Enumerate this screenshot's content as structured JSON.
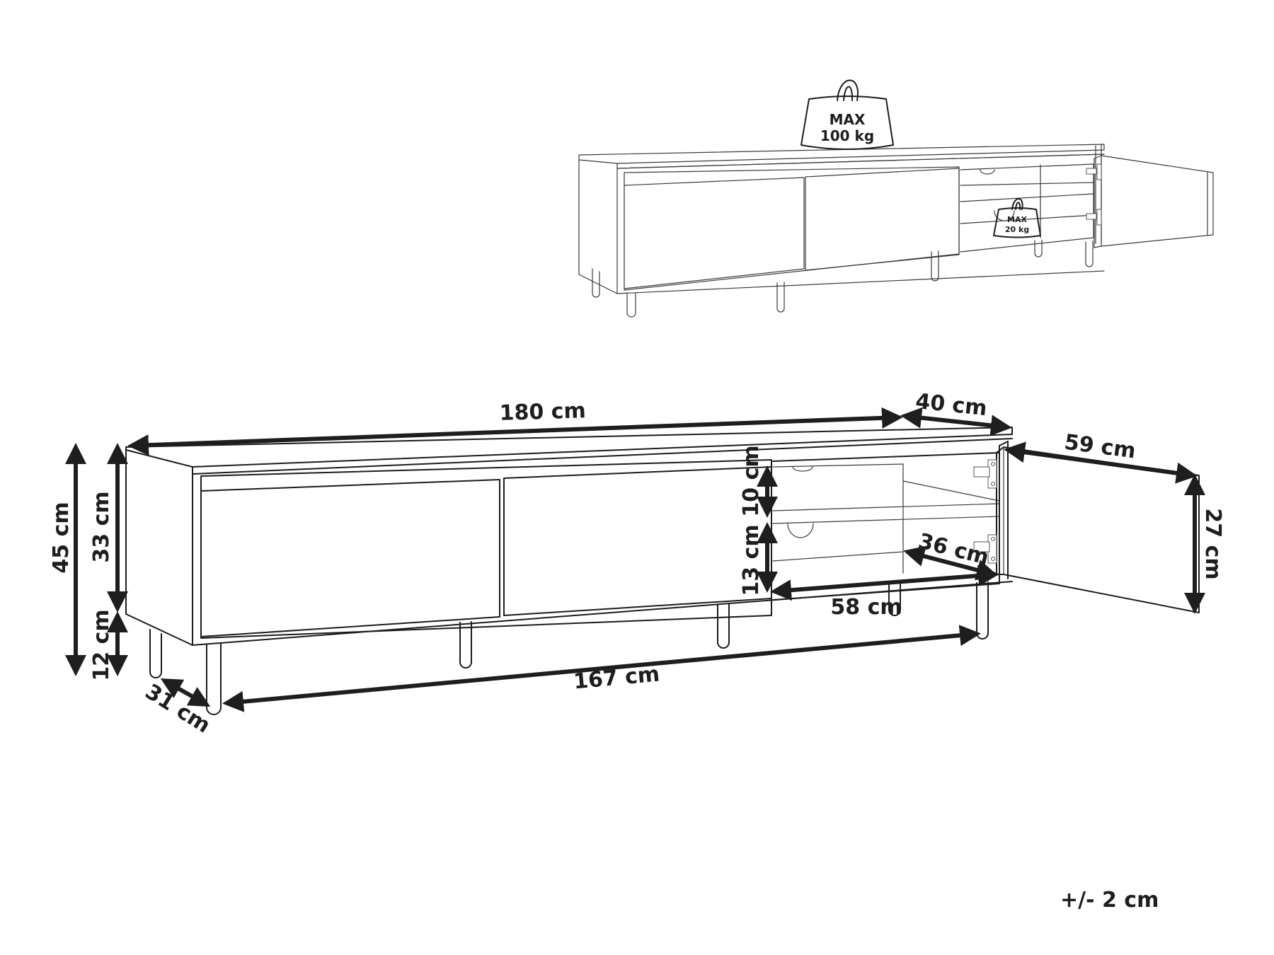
{
  "diagram": {
    "subject": "TV stand dimension drawing",
    "preview": {
      "top_load": {
        "line1": "MAX",
        "line2": "100 kg"
      },
      "shelf_load": {
        "line1": "MAX",
        "line2": "20 kg"
      }
    },
    "dimensions": {
      "total_width": "180 cm",
      "depth": "40 cm",
      "total_height": "45 cm",
      "body_height": "33 cm",
      "leg_height": "12 cm",
      "leg_depth_span": "31 cm",
      "leg_width_span": "167 cm",
      "upper_compartment_height": "10 cm",
      "lower_compartment_height": "13 cm",
      "compartment_width": "58 cm",
      "compartment_depth": "36 cm",
      "door_width": "59 cm",
      "door_height": "27 cm"
    },
    "tolerance": "+/- 2 cm"
  }
}
